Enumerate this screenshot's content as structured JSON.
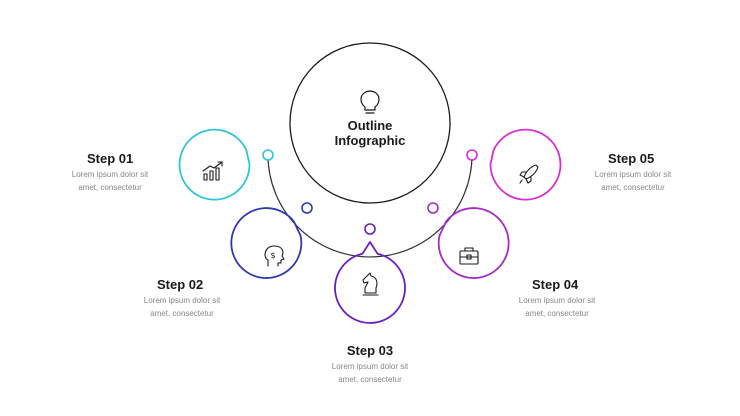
{
  "title": {
    "line1": "Outline",
    "line2": "Infographic"
  },
  "colors": {
    "step1": "#2ec5dc",
    "step2": "#2d3bb3",
    "step3": "#6a1fc4",
    "step4": "#a62bc8",
    "step5": "#d72fd0",
    "line": "#333333"
  },
  "steps": [
    {
      "title": "Step 01",
      "desc1": "Lorem ipsum dolor sit",
      "desc2": "amet, consectetur",
      "icon": "growth-chart-icon"
    },
    {
      "title": "Step 02",
      "desc1": "Lorem ipsum dolor sit",
      "desc2": "amet, consectetur",
      "icon": "head-dollar-icon"
    },
    {
      "title": "Step 03",
      "desc1": "Lorem ipsum dolor sit",
      "desc2": "amet, consectetur",
      "icon": "chess-knight-icon"
    },
    {
      "title": "Step 04",
      "desc1": "Lorem ipsum dolor sit",
      "desc2": "amet, consectetur",
      "icon": "briefcase-icon"
    },
    {
      "title": "Step 05",
      "desc1": "Lorem ipsum dolor sit",
      "desc2": "amet, consectetur",
      "icon": "rocket-icon"
    }
  ]
}
